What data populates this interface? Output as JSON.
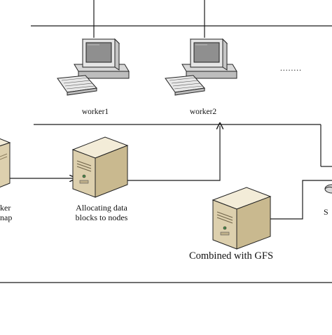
{
  "diagram": {
    "nodes": {
      "worker1": {
        "label": "worker1",
        "icon": "desktop-computer-icon"
      },
      "worker2": {
        "label": "worker2",
        "icon": "desktop-computer-icon"
      },
      "more_workers": {
        "label": "........"
      },
      "allocating": {
        "line1": "Allocating data",
        "line2": "blocks to nodes",
        "icon": "server-tower-icon"
      },
      "gfs": {
        "label": "Combined with GFS",
        "icon": "server-tower-icon"
      },
      "left_partial": {
        "line1": "ker",
        "line2": "nap",
        "icon": "server-tower-icon"
      },
      "right_partial": {
        "label": "S",
        "icon": "mouse-icon"
      }
    },
    "colors": {
      "line": "#1a1a1a",
      "server_top": "#f3ecd8",
      "server_front": "#ddd0ae",
      "server_side": "#b8a782",
      "monitor": "#e6e6e6",
      "screen": "#8f8f8f"
    }
  }
}
